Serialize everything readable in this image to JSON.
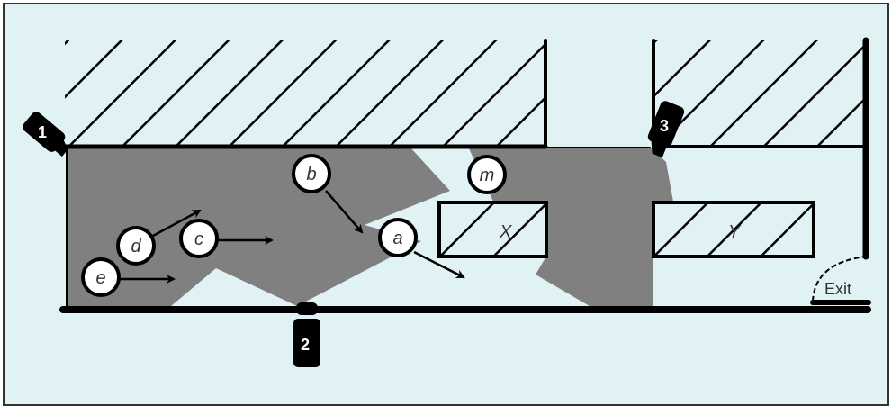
{
  "diagram": {
    "title": "Camera coverage floor plan",
    "colors": {
      "background": "#e0f2f4",
      "frame": "#333333",
      "wall": "#000000",
      "coverage": "#808080",
      "marker_fill": "#ffffff",
      "camera_fill": "#000000",
      "camera_text": "#ffffff"
    },
    "cameras": [
      {
        "id": "camera-1",
        "label": "1"
      },
      {
        "id": "camera-2",
        "label": "2"
      },
      {
        "id": "camera-3",
        "label": "3"
      }
    ],
    "objects": [
      {
        "id": "object-a",
        "label": "a"
      },
      {
        "id": "object-b",
        "label": "b"
      },
      {
        "id": "object-c",
        "label": "c"
      },
      {
        "id": "object-d",
        "label": "d"
      },
      {
        "id": "object-e",
        "label": "e"
      },
      {
        "id": "object-m",
        "label": "m"
      }
    ],
    "obstacles": [
      {
        "id": "obstacle-x",
        "label": "X"
      },
      {
        "id": "obstacle-y",
        "label": "Y"
      }
    ],
    "exit_label": "Exit"
  }
}
